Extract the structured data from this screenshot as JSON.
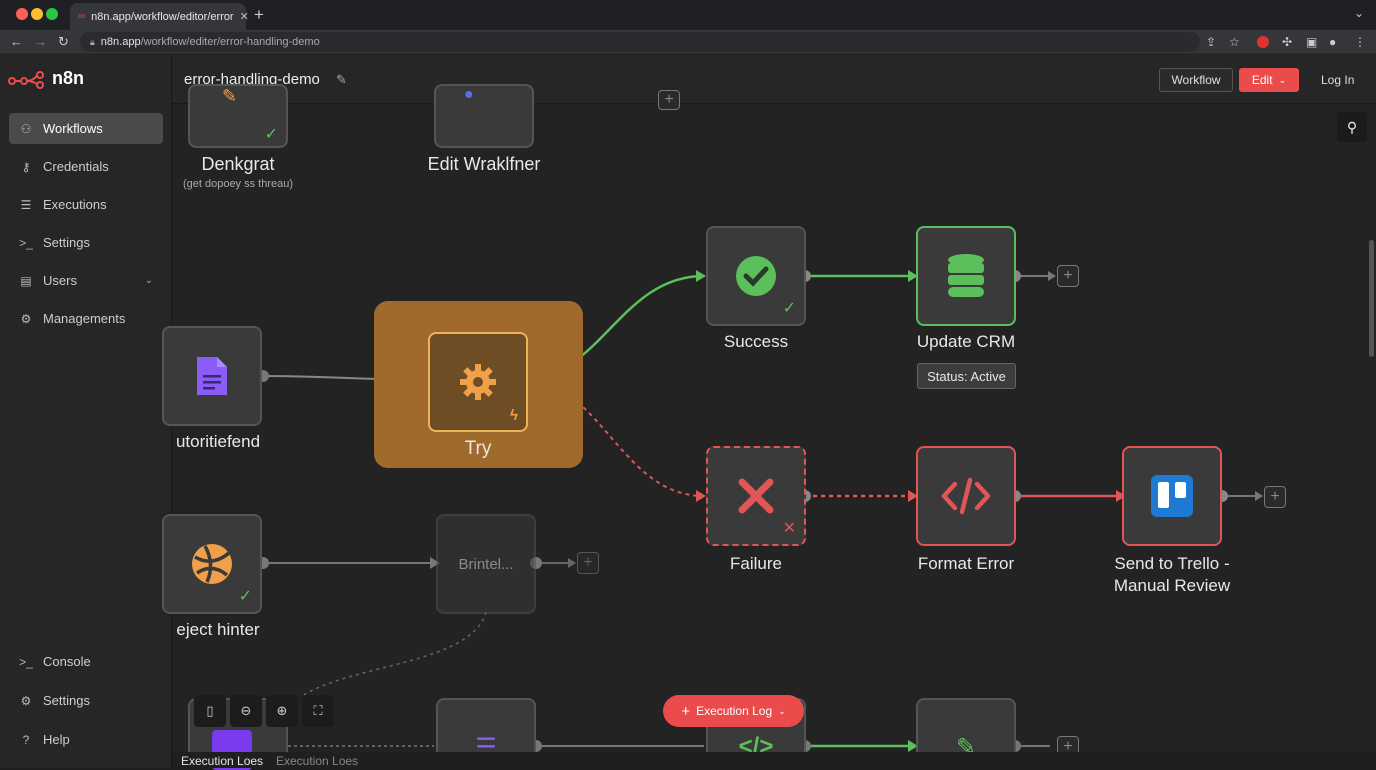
{
  "browser": {
    "tab_title": "n8n.app/workflow/editor/error",
    "url_host": "n8n.app",
    "url_path": "/workflow/editer/error-handling-demo"
  },
  "app": {
    "logo_text": "n8n",
    "workflow_name": "error-handling-demo",
    "workflow_button": "Workflow",
    "edit_button": "Edit",
    "login_link": "Log In"
  },
  "sidebar": {
    "items": [
      {
        "label": "Workflows",
        "icon": "workflows-icon"
      },
      {
        "label": "Credentials",
        "icon": "key-icon"
      },
      {
        "label": "Executions",
        "icon": "list-icon"
      },
      {
        "label": "Settings",
        "icon": "terminal-icon"
      },
      {
        "label": "Users",
        "icon": "users-icon"
      },
      {
        "label": "Managements",
        "icon": "gear-icon"
      }
    ],
    "bottom": [
      {
        "label": "Console",
        "icon": "terminal-icon"
      },
      {
        "label": "Settings",
        "icon": "gear-icon"
      },
      {
        "label": "Help",
        "icon": "help-icon"
      }
    ]
  },
  "nodes": {
    "top_left_label": "Denkgrat",
    "top_left_sub": "(get dopoey ss threau)",
    "top_mid_label": "Edit Wraklfner",
    "left_doc_label": "utoritiefend",
    "try_label": "Try",
    "success_label": "Success",
    "update_crm_label": "Update CRM",
    "status_tooltip": "Status: Active",
    "failure_label": "Failure",
    "format_error_label": "Format Error",
    "trello_label_1": "Send to Trello -",
    "trello_label_2": "Manual Review",
    "left_globe_label": "eject hinter",
    "faded_node_text": "Brintel..."
  },
  "canvas": {
    "execution_log_button": "Execution Log",
    "bottom_tabs": [
      "Execution Loes",
      "Execution Loes"
    ]
  },
  "colors": {
    "accent": "#ea4b4b",
    "success": "#5bc05b",
    "error": "#e05555",
    "try": "#a06a2c"
  }
}
